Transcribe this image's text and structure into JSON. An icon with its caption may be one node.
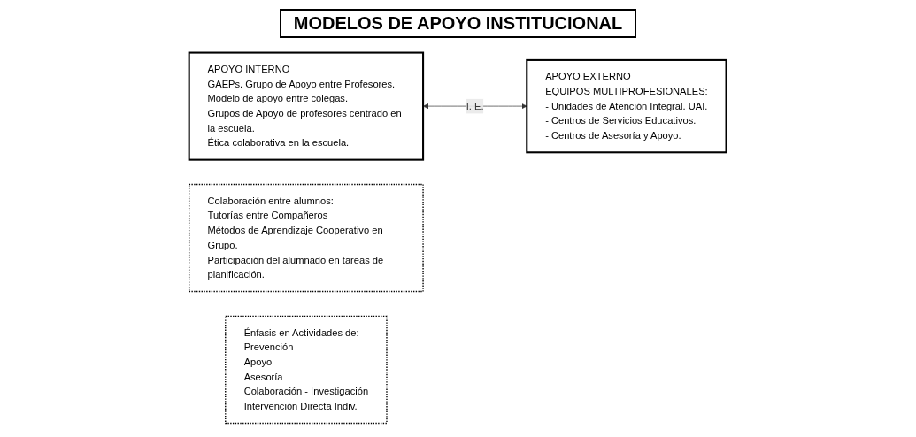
{
  "diagram": {
    "title": "MODELOS DE APOYO INSTITUCIONAL",
    "nodes": [
      {
        "text": [
          "APOYO INTERNO",
          "GAEPs. Grupo de Apoyo entre Profesores.",
          "Modelo de apoyo entre colegas.",
          "Grupos de Apoyo de profesores centrado en la escuela.",
          "Ética colaborativa en la escuela."
        ]
      },
      {
        "text": [
          "Colaboración entre alumnos:",
          "Tutorías entre Compañeros",
          "Métodos de Aprendizaje Cooperativo en Grupo.",
          "Participación del alumnado en tareas de planificación."
        ]
      },
      {
        "text": [
          "APOYO EXTERNO",
          "EQUIPOS MULTIPROFESIONALES:",
          "- Unidades de Atención Integral. UAI.",
          "- Centros de Servicios Educativos.",
          "- Centros de Asesoría y Apoyo."
        ]
      },
      {
        "text": [
          "Énfasis en Actividades de:",
          "Prevención",
          "Apoyo",
          "Asesoría",
          "Colaboración - Investigación",
          "Intervención Directa Indiv."
        ]
      }
    ],
    "edges": [
      {
        "from": 0,
        "to": 2,
        "arrow": "both",
        "label": "I. E."
      }
    ]
  }
}
